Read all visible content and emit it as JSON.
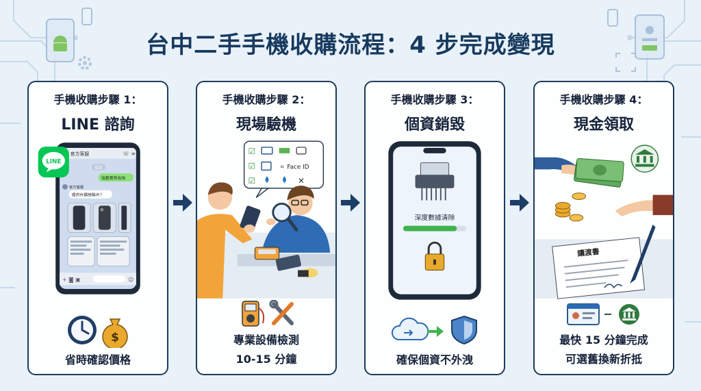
{
  "title": "台中二手手機收購流程：4 步完成變現",
  "steps": [
    {
      "label": "手機收購步驟 1：",
      "name": "LINE 諮詢",
      "caption": "省時確認價格",
      "line_badge": "LINE",
      "chat_header": "官方客服",
      "chat_timestamp": "語音",
      "chat_user_msg": "瑞豐實買收詢",
      "chat_agent_name": "官方客服",
      "chat_agent_msg": "提供片鋼檢聯片？"
    },
    {
      "label": "手機收購步驟 2：",
      "name": "現場驗機",
      "caption_line1": "專業設備檢測",
      "caption_line2": "10-15 分鐘",
      "face_id": "Face ID"
    },
    {
      "label": "手機收購步驟 3：",
      "name": "個資銷毀",
      "caption": "確保個資不外洩",
      "wipe_label": "深度數據清除",
      "wipe_progress": 0.85
    },
    {
      "label": "手機收購步驟 4：",
      "name": "現金領取",
      "caption_line1": "最快 15 分鐘完成",
      "caption_line2": "可選舊換新折抵",
      "document_title": "讓渡書"
    }
  ],
  "colors": {
    "title": "#173a5e",
    "border": "#1d3a5b",
    "arrow": "#1d3e66",
    "line_green": "#06c755",
    "progress_green": "#3fb34f",
    "cash_green": "#5faa5a",
    "gold": "#e9a92c"
  }
}
